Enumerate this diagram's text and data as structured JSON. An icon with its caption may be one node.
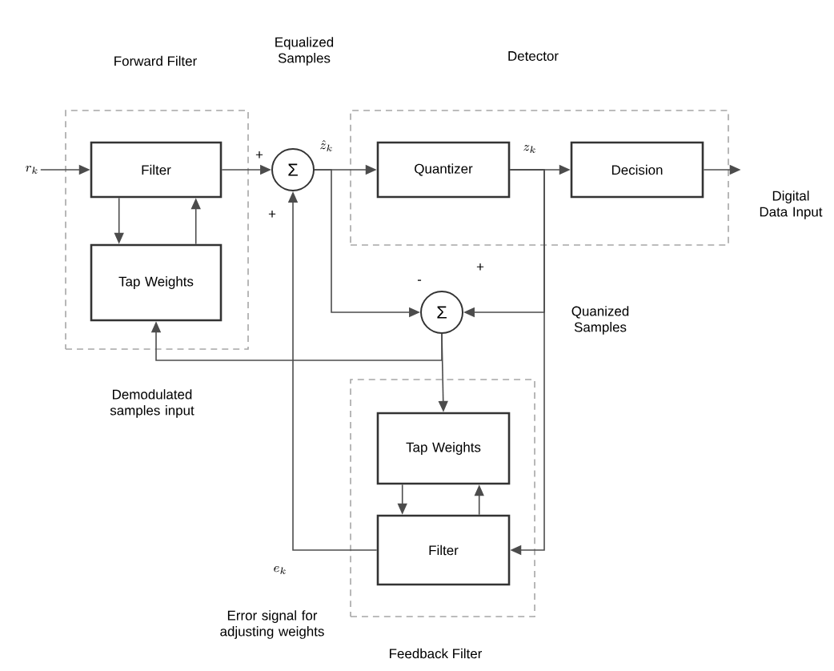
{
  "diagram": {
    "nodes": [
      {
        "text": [
          "Forward Filter"
        ]
      },
      {
        "text": [
          "Filter"
        ],
        "in": 0
      },
      {
        "text": [
          "Tap Weights"
        ],
        "in": 0
      },
      {
        "text": [
          "r_k"
        ]
      },
      {
        "text": [
          "Σ"
        ]
      },
      {
        "text": [
          "Detector"
        ]
      },
      {
        "text": [
          "Quantizer"
        ],
        "in": 5
      },
      {
        "text": [
          "Decision"
        ],
        "in": 5
      },
      {
        "text": [
          "Digital Data Input"
        ]
      },
      {
        "text": [
          "Σ"
        ]
      },
      {
        "text": [
          "Feedback Filter"
        ]
      },
      {
        "text": [
          "Tap Weights"
        ],
        "in": 10
      },
      {
        "text": [
          "Filter"
        ],
        "in": 10
      }
    ],
    "edges": [
      {
        "from": 3,
        "to": 1,
        "arrow": "to"
      },
      {
        "from": 1,
        "to": 2,
        "arrow": "to"
      },
      {
        "from": 2,
        "to": 1,
        "arrow": "to"
      },
      {
        "from": 1,
        "to": 4,
        "arrow": "to"
      },
      {
        "from": 4,
        "to": 6,
        "arrow": "to",
        "label": "\\hat{z}_k"
      },
      {
        "from": 6,
        "to": 7,
        "arrow": "to",
        "label": "z_k"
      },
      {
        "from": 7,
        "to": 8,
        "arrow": "to"
      },
      {
        "from": 4,
        "to": 9,
        "arrow": "to"
      },
      {
        "from": 6,
        "to": 9,
        "arrow": "to"
      },
      {
        "from": 6,
        "to": 12,
        "arrow": "to"
      },
      {
        "from": 9,
        "to": 11,
        "arrow": "to"
      },
      {
        "from": 9,
        "to": 2,
        "arrow": "to"
      },
      {
        "from": 11,
        "to": 12,
        "arrow": "to"
      },
      {
        "from": 12,
        "to": 11,
        "arrow": "to"
      },
      {
        "from": 12,
        "to": 4,
        "arrow": "to",
        "label": "e_k"
      }
    ],
    "labels": [
      "Equalized Samples",
      "+",
      "+",
      "-",
      "+",
      "Quanized Samples",
      "Demodulated samples input",
      "Error signal for adjusting weights"
    ]
  }
}
